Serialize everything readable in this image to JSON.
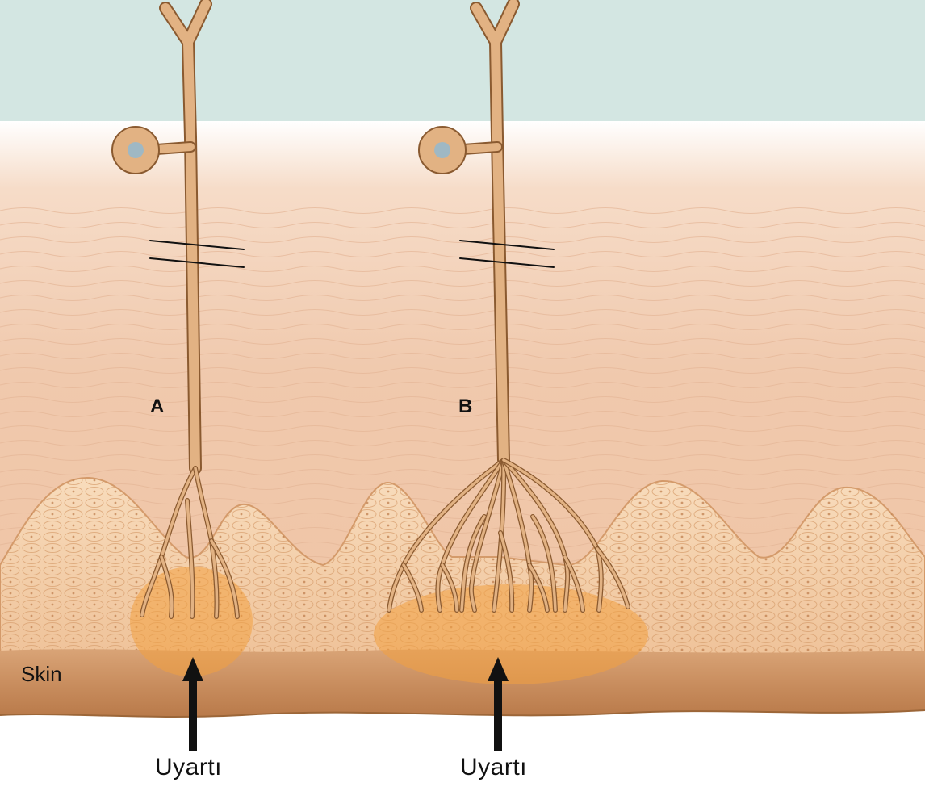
{
  "neurons": [
    {
      "label": "A",
      "stimulus": "Uyartı"
    },
    {
      "label": "B",
      "stimulus": "Uyartı"
    }
  ],
  "layers": {
    "skin": "Skin"
  },
  "colors": {
    "sky": "#d3e6e2",
    "dermis": "#f1c9ab",
    "nerve": "#e2b283",
    "nerve_outline": "#8a5a30",
    "receptive_field": "#f2a040",
    "epidermis": "#f4d1ab",
    "skin_bottom": "#c78b5a",
    "arrow": "#111111"
  }
}
